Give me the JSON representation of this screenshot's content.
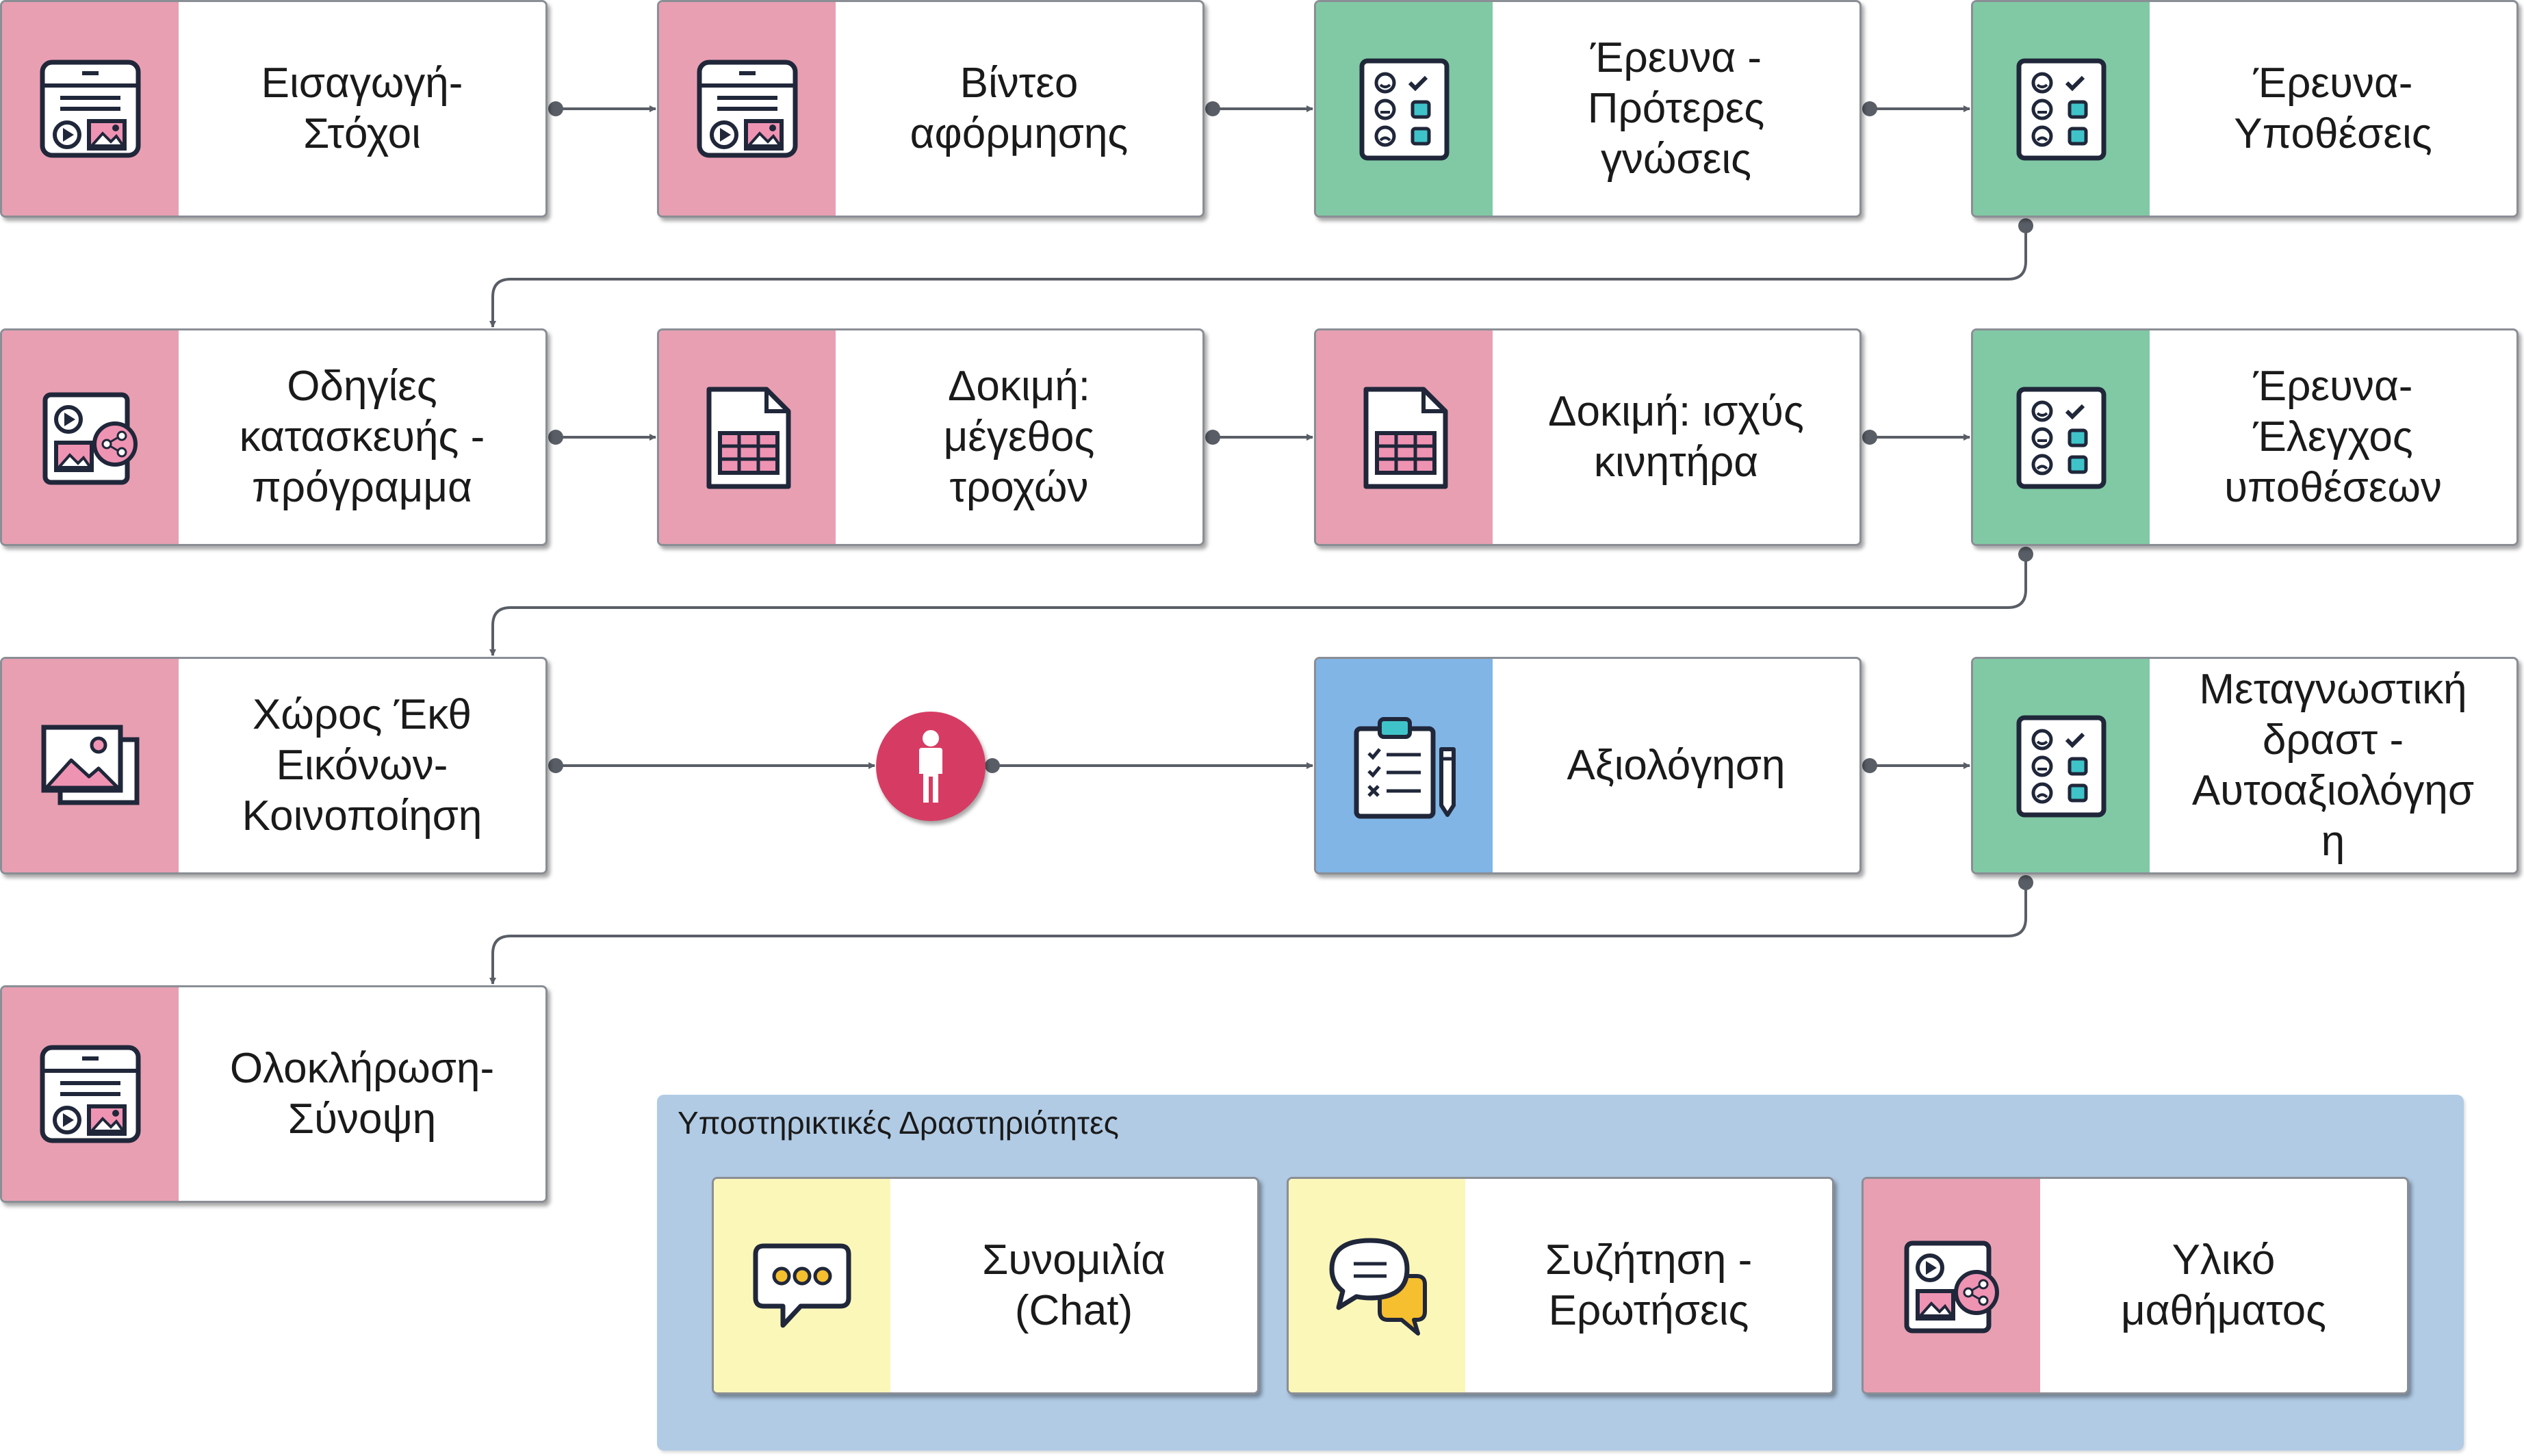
{
  "colors": {
    "pink": "#e89fb2",
    "green": "#80c9a4",
    "blue": "#80b5e6",
    "yellow": "#fbf7b9",
    "connector": "#595e66",
    "panel": "#b1cbe5",
    "person_marker": "#d63c63"
  },
  "steps": [
    {
      "label": "Εισαγωγή-\nΣτόχοι",
      "icon": "presentation-icon",
      "color": "pink"
    },
    {
      "label": "Βίντεο\nαφόρμησης",
      "icon": "presentation-icon",
      "color": "pink"
    },
    {
      "label": "Έρευνα -\nΠρότερες\nγνώσεις",
      "icon": "survey-icon",
      "color": "green"
    },
    {
      "label": "Έρευνα-\nΥποθέσεις",
      "icon": "survey-icon",
      "color": "green"
    },
    {
      "label": "Οδηγίες\nκατασκευής -\nπρόγραμμα",
      "icon": "shared-media-icon",
      "color": "pink"
    },
    {
      "label": "Δοκιμή:\nμέγεθος\nτροχών",
      "icon": "spreadsheet-icon",
      "color": "pink"
    },
    {
      "label": "Δοκιμή: ισχύς\nκινητήρα",
      "icon": "spreadsheet-icon",
      "color": "pink"
    },
    {
      "label": "Έρευνα-\nΈλεγχος\nυποθέσεων",
      "icon": "survey-icon",
      "color": "green"
    },
    {
      "label": "Χώρος Έκθ\nΕικόνων-\nΚοινοποίηση",
      "icon": "image-gallery-icon",
      "color": "pink"
    },
    {
      "label": "Αξιολόγηση",
      "icon": "clipboard-checklist-icon",
      "color": "blue"
    },
    {
      "label": "Μεταγνωστική\nδραστ -\nΑυτοαξιολόγησ\nη",
      "icon": "survey-icon",
      "color": "green"
    },
    {
      "label": "Ολοκλήρωση-\nΣύνοψη",
      "icon": "presentation-icon",
      "color": "pink"
    }
  ],
  "person_marker": {
    "icon": "person-icon"
  },
  "support": {
    "title": "Υποστηρικτικές Δραστηριότητες",
    "items": [
      {
        "label": "Συνομιλία\n(Chat)",
        "icon": "chat-bubble-icon",
        "color": "yellow"
      },
      {
        "label": "Συζήτηση -\nΕρωτήσεις",
        "icon": "discussion-icon",
        "color": "yellow"
      },
      {
        "label": "Υλικό\nμαθήματος",
        "icon": "shared-media-icon",
        "color": "pink"
      }
    ]
  }
}
